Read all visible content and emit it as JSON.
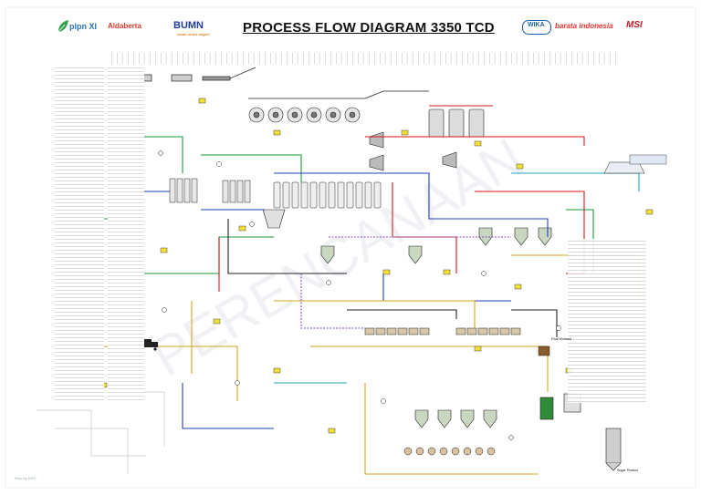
{
  "header": {
    "title": "PROCESS FLOW DIAGRAM 3350 TCD",
    "logos": [
      {
        "name": "plpn-xi-logo",
        "text": "plpn XI",
        "color": "#2a6fb4"
      },
      {
        "name": "aldaberta-logo",
        "text": "Aldaberta",
        "color": "#d23a2a"
      },
      {
        "name": "bumn-logo",
        "text": "BUMN",
        "subtext": "made untuk negeri",
        "color": "#1d3f93",
        "subcolor": "#e0892b"
      },
      {
        "name": "wika-logo",
        "text": "WIKA",
        "color": "#1c5fae"
      },
      {
        "name": "barata-logo",
        "text": "barata indonesia",
        "color": "#e3322c"
      },
      {
        "name": "msi-logo",
        "text": "MSI",
        "color": "#c2172b"
      }
    ]
  },
  "labels": {
    "final_molasses": "Final Molases",
    "sugar_product": "Sugar Product",
    "footer_credit": "Prep by BRS"
  },
  "colors": {
    "line_green": "#1a9a3a",
    "line_blue": "#1f3fbf",
    "line_red": "#d11a1a",
    "line_orange": "#d8a21c",
    "line_black": "#222222",
    "line_cyan": "#19a6c9",
    "line_purple": "#8a4fc0",
    "tag_fill": "#f2e03a"
  }
}
